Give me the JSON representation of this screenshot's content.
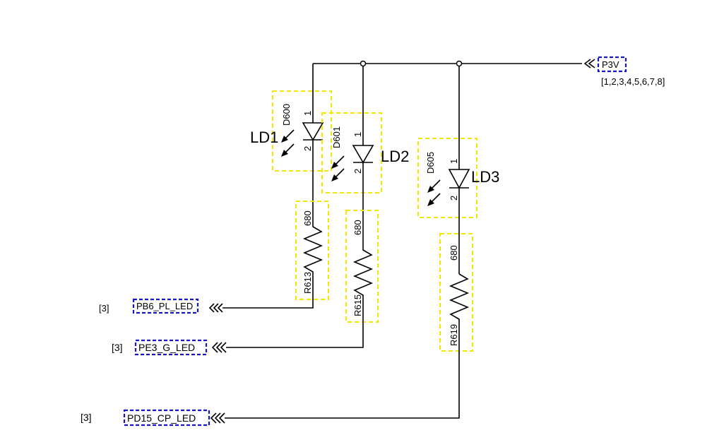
{
  "supply": {
    "net": "P3V",
    "pages": "[1,2,3,4,5,6,7,8]"
  },
  "leds": [
    {
      "ref": "LD1",
      "designator": "D600",
      "pin1": "1",
      "pin2": "2"
    },
    {
      "ref": "LD2",
      "designator": "D601",
      "pin1": "1",
      "pin2": "2"
    },
    {
      "ref": "LD3",
      "designator": "D605",
      "pin1": "1",
      "pin2": "2"
    }
  ],
  "resistors": [
    {
      "ref": "R613",
      "value": "680"
    },
    {
      "ref": "R615",
      "value": "680"
    },
    {
      "ref": "R619",
      "value": "680"
    }
  ],
  "ports": [
    {
      "net": "PB6_PL_LED",
      "page": "[3]"
    },
    {
      "net": "PE3_G_LED",
      "page": "[3]"
    },
    {
      "net": "PD15_CP_LED",
      "page": "[3]"
    }
  ],
  "colors": {
    "highlight": "#f5e600",
    "net_box": "#1515c8",
    "wire": "#000000"
  }
}
